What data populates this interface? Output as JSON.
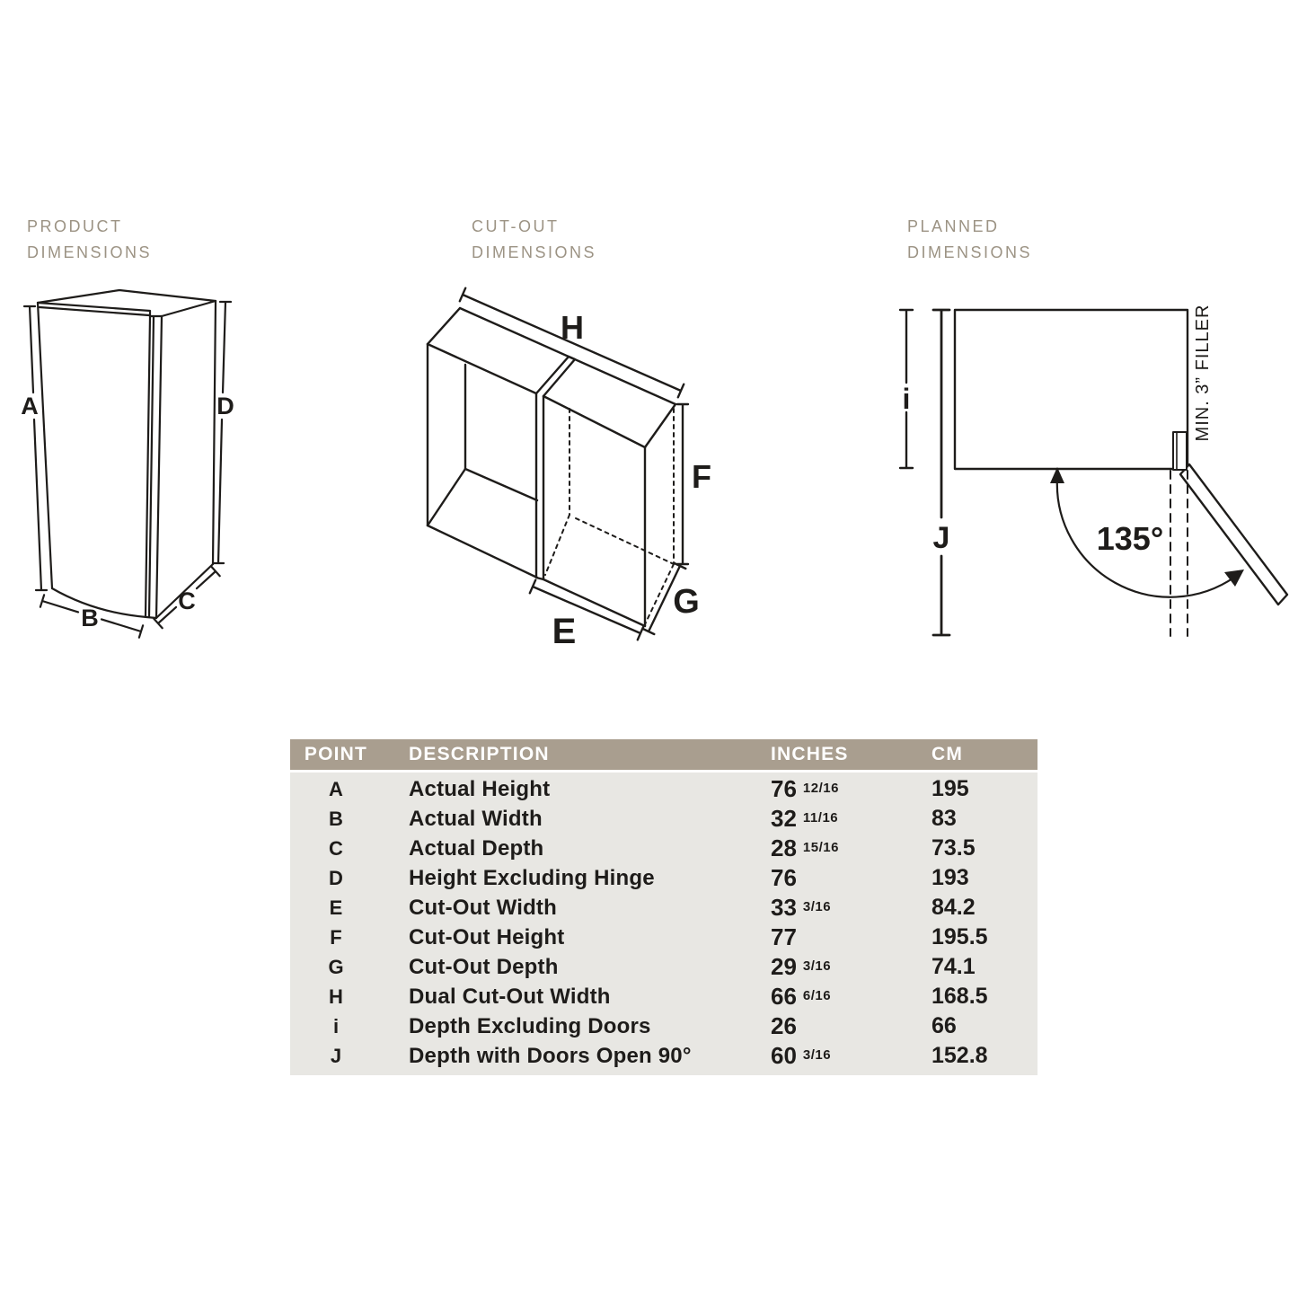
{
  "colors": {
    "accent_taupe": "#a99e8f",
    "table_body_bg": "#e8e7e3",
    "title_gray": "#9c9384",
    "ink": "#1e1c1a"
  },
  "sections": [
    {
      "line1": "PRODUCT",
      "line2": "DIMENSIONS"
    },
    {
      "line1": "CUT-OUT",
      "line2": "DIMENSIONS"
    },
    {
      "line1": "PLANNED",
      "line2": "DIMENSIONS"
    }
  ],
  "diagram_product": {
    "labels": {
      "a": "A",
      "b": "B",
      "c": "C",
      "d": "D"
    }
  },
  "diagram_cutout": {
    "labels": {
      "h": "H",
      "f": "F",
      "g": "G",
      "e": "E"
    }
  },
  "diagram_planned": {
    "labels": {
      "i": "i",
      "j": "J",
      "angle": "135°",
      "filler": "MIN. 3” FILLER"
    }
  },
  "table": {
    "headers": {
      "point": "POINT",
      "description": "DESCRIPTION",
      "inches": "INCHES",
      "cm": "CM"
    },
    "rows": [
      {
        "point": "A",
        "description": "Actual Height",
        "inches_whole": "76",
        "inches_fraction": "12/16",
        "cm": "195"
      },
      {
        "point": "B",
        "description": "Actual Width",
        "inches_whole": "32",
        "inches_fraction": "11/16",
        "cm": "83"
      },
      {
        "point": "C",
        "description": "Actual Depth",
        "inches_whole": "28",
        "inches_fraction": "15/16",
        "cm": "73.5"
      },
      {
        "point": "D",
        "description": "Height Excluding Hinge",
        "inches_whole": "76",
        "inches_fraction": "",
        "cm": "193"
      },
      {
        "point": "E",
        "description": "Cut-Out Width",
        "inches_whole": "33",
        "inches_fraction": "3/16",
        "cm": "84.2"
      },
      {
        "point": "F",
        "description": "Cut-Out Height",
        "inches_whole": "77",
        "inches_fraction": "",
        "cm": "195.5"
      },
      {
        "point": "G",
        "description": "Cut-Out Depth",
        "inches_whole": "29",
        "inches_fraction": "3/16",
        "cm": "74.1"
      },
      {
        "point": "H",
        "description": "Dual Cut-Out Width",
        "inches_whole": "66",
        "inches_fraction": "6/16",
        "cm": "168.5"
      },
      {
        "point": "i",
        "description": "Depth Excluding Doors",
        "inches_whole": "26",
        "inches_fraction": "",
        "cm": "66"
      },
      {
        "point": "J",
        "description": "Depth with Doors Open 90°",
        "inches_whole": "60",
        "inches_fraction": "3/16",
        "cm": "152.8"
      }
    ]
  }
}
